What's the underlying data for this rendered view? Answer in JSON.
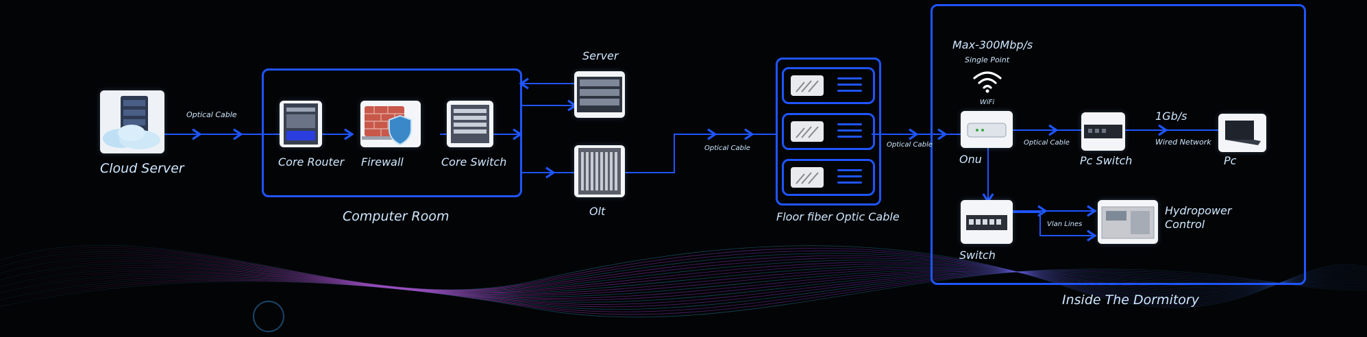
{
  "title": "",
  "nodes": {
    "cloud_server": "Cloud Server",
    "core_router": "Core Router",
    "firewall": "Firewall",
    "core_switch": "Core Switch",
    "server": "Server",
    "olt": "Olt",
    "onu": "Onu",
    "pc_switch": "Pc Switch",
    "pc": "Pc",
    "switch": "Switch",
    "hydropower_line1": "Hydropower",
    "hydropower_line2": "Control"
  },
  "groups": {
    "computer_room": "Computer Room",
    "floor_fiber": "Floor fiber Optic Cable",
    "dormitory": "Inside The Dormitory"
  },
  "edge_labels": {
    "cloud_to_router": "Optical Cable",
    "olt_to_floor": "Optical Cable",
    "floor_to_dorm": "Optical Cable",
    "onu_to_pcswitch": "Optical Cable",
    "pcswitch_to_pc": "Wired Network",
    "switch_to_hydro": "Vlan Lines"
  },
  "annotations": {
    "max_speed": "Max-300Mbp/s",
    "single_point": "Single Point",
    "wifi": "WiFi",
    "wired_speed": "1Gb/s"
  },
  "colors": {
    "line": "#1f55ff",
    "text": "#cfe8ff",
    "background": "#030406",
    "wave_pink": "#c23cc9",
    "wave_blue": "#2a8fb8"
  },
  "icons": [
    "cloud-server-icon",
    "router-icon",
    "firewall-shield-icon",
    "switch-chassis-icon",
    "server-rack-icon",
    "olt-chassis-icon",
    "onu-icon",
    "wifi-icon",
    "pc-switch-icon",
    "laptop-icon",
    "ethernet-switch-icon",
    "control-cabinet-icon",
    "fiber-panel-icon"
  ]
}
